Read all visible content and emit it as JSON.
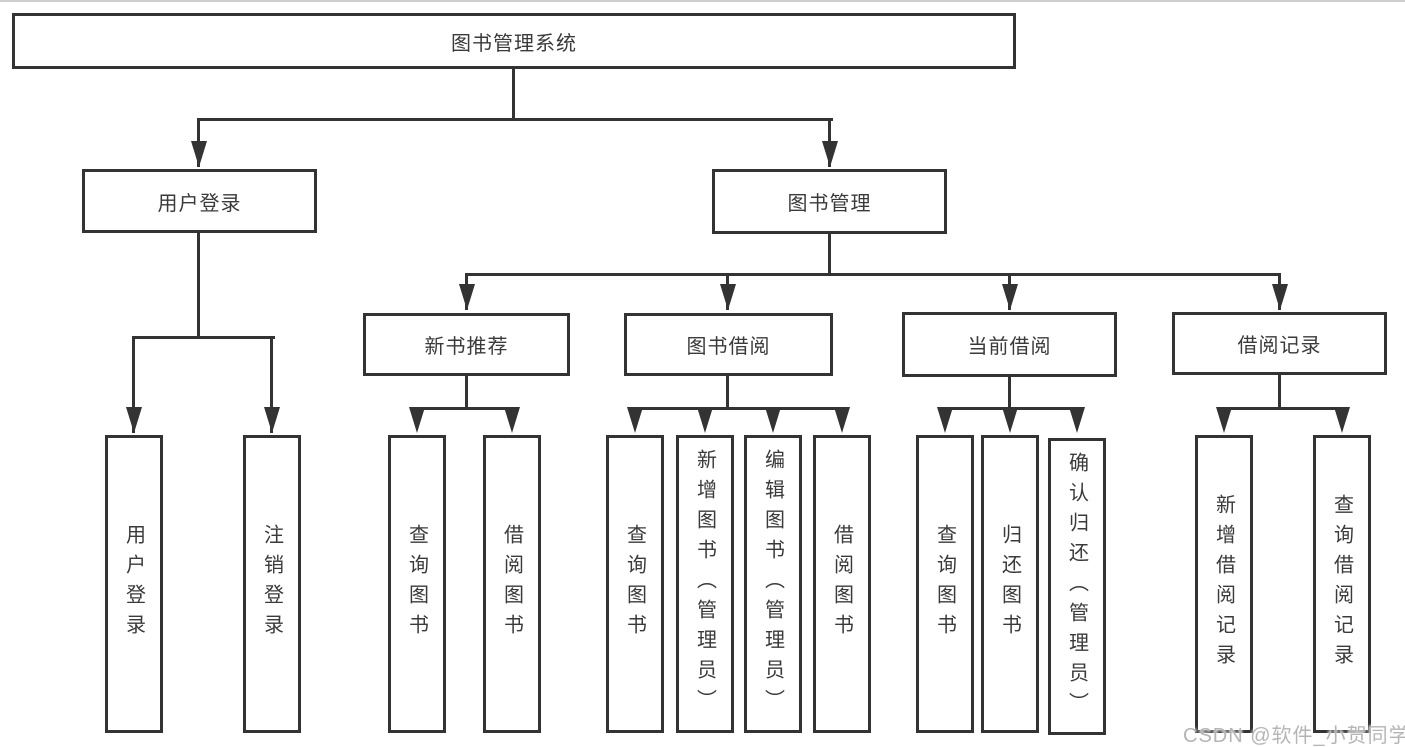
{
  "page": {
    "background": "#ffffff",
    "top_rule_color": "#cfcfcf"
  },
  "diagram": {
    "type": "tree",
    "line_color": "#333333",
    "box_border_color": "#333333",
    "box_fill": "#ffffff",
    "text_color": "#3a3a3a",
    "nodes": {
      "root": {
        "label": "图书管理系统"
      },
      "user_login": {
        "label": "用户登录"
      },
      "book_mgmt": {
        "label": "图书管理"
      },
      "new_book_rec": {
        "label": "新书推荐"
      },
      "book_borrow": {
        "label": "图书借阅"
      },
      "current_borrow": {
        "label": "当前借阅"
      },
      "borrow_record": {
        "label": "借阅记录"
      },
      "leaf_user_login": {
        "label": "用户登录"
      },
      "leaf_logout": {
        "label": "注销登录"
      },
      "leaf_nbr_query": {
        "label": "查询图书"
      },
      "leaf_nbr_borrow": {
        "label": "借阅图书"
      },
      "leaf_bb_query": {
        "label": "查询图书"
      },
      "leaf_bb_add": {
        "label": "新增图书（管理员）"
      },
      "leaf_bb_edit": {
        "label": "编辑图书（管理员）"
      },
      "leaf_bb_borrow": {
        "label": "借阅图书"
      },
      "leaf_cb_query": {
        "label": "查询图书"
      },
      "leaf_cb_return": {
        "label": "归还图书"
      },
      "leaf_cb_confirm": {
        "label": "确认归还（管理员）"
      },
      "leaf_br_add": {
        "label": "新增借阅记录"
      },
      "leaf_br_query": {
        "label": "查询借阅记录"
      }
    },
    "hierarchy": {
      "图书管理系统": {
        "用户登录": [
          "用户登录",
          "注销登录"
        ],
        "图书管理": {
          "新书推荐": [
            "查询图书",
            "借阅图书"
          ],
          "图书借阅": [
            "查询图书",
            "新增图书（管理员）",
            "编辑图书（管理员）",
            "借阅图书"
          ],
          "当前借阅": [
            "查询图书",
            "归还图书",
            "确认归还（管理员）"
          ],
          "借阅记录": [
            "新增借阅记录",
            "查询借阅记录"
          ]
        }
      }
    }
  },
  "watermark": {
    "text": "CSDN @软件_小贺同学",
    "color": "#b5b5b5"
  }
}
